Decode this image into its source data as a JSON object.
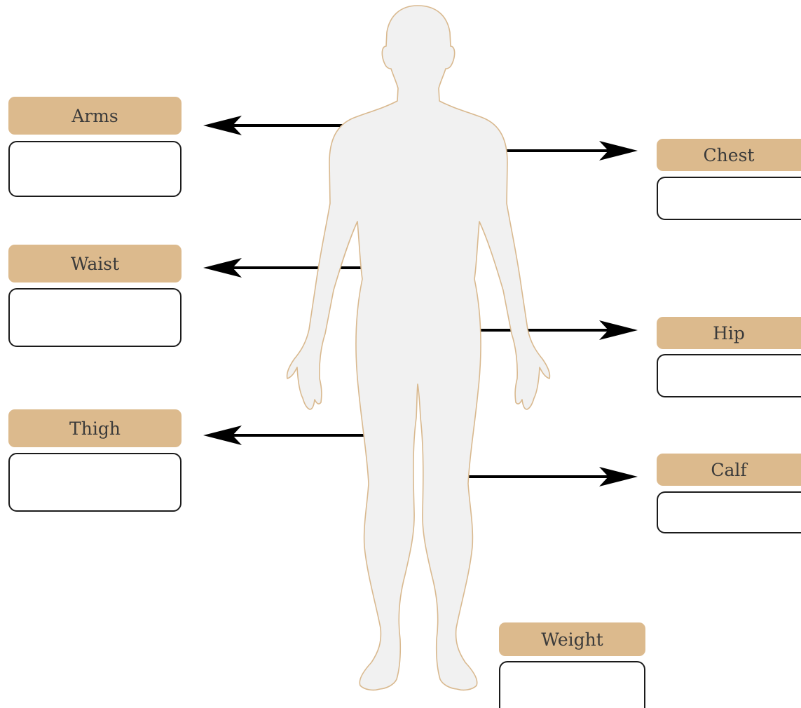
{
  "colors": {
    "label_fill": "#dcba8d",
    "label_text": "#3a3a3a",
    "body_fill": "#f1f1f1",
    "body_outline": "#d9b98f",
    "arrow": "#000000",
    "field_border": "#1b1b1b"
  },
  "measurements": {
    "arms": {
      "label": "Arms",
      "value": ""
    },
    "waist": {
      "label": "Waist",
      "value": ""
    },
    "thigh": {
      "label": "Thigh",
      "value": ""
    },
    "chest": {
      "label": "Chest",
      "value": ""
    },
    "hip": {
      "label": "Hip",
      "value": ""
    },
    "calf": {
      "label": "Calf",
      "value": ""
    },
    "weight": {
      "label": "Weight",
      "value": ""
    }
  }
}
